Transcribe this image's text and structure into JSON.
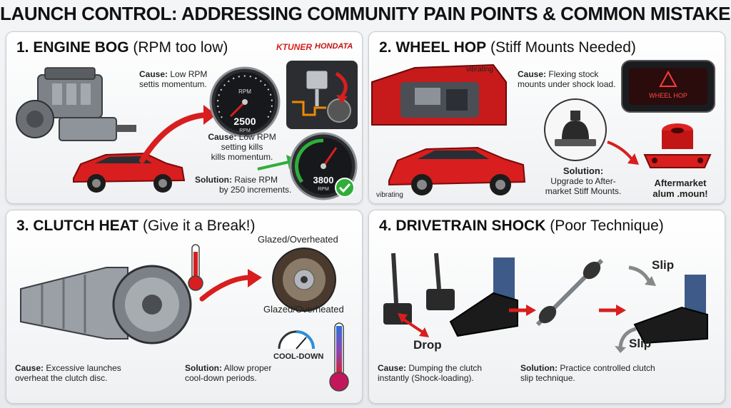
{
  "title": "LAUNCH CONTROL: ADDRESSING COMMUNITY PAIN POINTS & COMMON MISTAKES",
  "colors": {
    "accent_red": "#d81e1e",
    "green": "#2fae3a",
    "dark": "#1b1b1b"
  },
  "panel1": {
    "number": "1. ENGINE BOG",
    "subtitle": "(RPM too low)",
    "brand1": "KTUNER",
    "brand2": "HONDATA",
    "cause1_label": "Cause:",
    "cause1_text": "Low RPM",
    "cause1_line2": "settis momentum.",
    "cause2_label": "Cause:",
    "cause2_text": "Low RPM",
    "cause2_line2": "setting kills",
    "cause2_line3": "kills momentum.",
    "solution_label": "Solution:",
    "solution_text": "Raise RPM",
    "solution_line2": "by 250 increments.",
    "gauge1_label": "RPM",
    "gauge1_value": "2500",
    "gauge1_unit": "RPM",
    "gauge2_value": "3800",
    "gauge2_unit": "RPM"
  },
  "panel2": {
    "number": "2. WHEEL HOP",
    "subtitle": "(Stiff Mounts Needed)",
    "vibrating_top": "vibrating",
    "vibrating_bottom": "vibrating",
    "cause_label": "Cause:",
    "cause_text": "Flexing stock",
    "cause_line2": "mounts under shock load.",
    "dash_warning": "WHEEL HOP",
    "solution_label": "Solution:",
    "solution_line1": "Upgrade to After-",
    "solution_line2": "market Stiff Mounts.",
    "aftermarket_line1": "Aftermarket",
    "aftermarket_line2": "alum .moun!"
  },
  "panel3": {
    "number": "3. CLUTCH HEAT",
    "subtitle": "(Give it a Break!)",
    "glazed_top": "Glazed/Overheated",
    "glazed_bottom": "Glazed/Overheated",
    "cooldown": "COOL-DOWN",
    "cause_label": "Cause:",
    "cause_text": "Excessive launches",
    "cause_line2": "overheat the clutch disc.",
    "solution_label": "Solution:",
    "solution_text": "Allow proper",
    "solution_line2": "cool-down periods."
  },
  "panel4": {
    "number": "4. DRIVETRAIN SHOCK",
    "subtitle": "(Poor Technique)",
    "drop": "Drop",
    "slip_top": "Slip",
    "slip_bottom": "Slip",
    "cause_label": "Cause:",
    "cause_text": "Dumping the clutch",
    "cause_line2": "instantly (Shock-loading).",
    "solution_label": "Solution:",
    "solution_text": "Practice controlled clutch",
    "solution_line2": "slip technique."
  }
}
